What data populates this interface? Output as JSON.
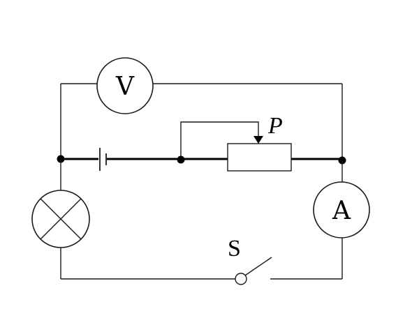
{
  "diagram": {
    "voltmeter_label": "V",
    "ammeter_label": "A",
    "slider_label": "P",
    "switch_label": "S",
    "colors": {
      "stroke": "#1a1a1a",
      "background": "#ffffff"
    },
    "components": {
      "voltmeter": "voltmeter-icon",
      "ammeter": "ammeter-icon",
      "lamp": "lamp-icon",
      "battery": "battery-icon",
      "rheostat": "rheostat-icon",
      "switch": "switch-icon"
    }
  }
}
